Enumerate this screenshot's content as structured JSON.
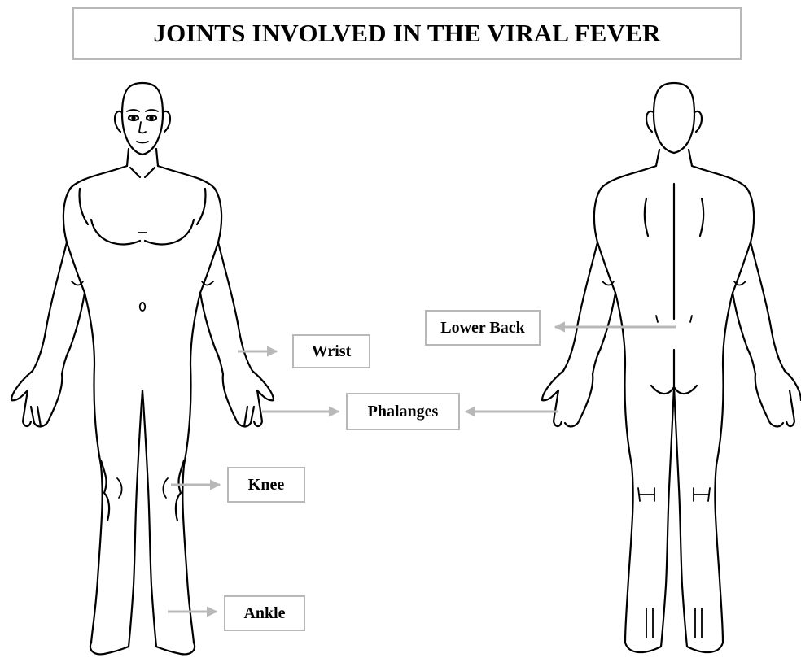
{
  "title": "JOINTS INVOLVED IN THE VIRAL FEVER",
  "labels": {
    "wrist": "Wrist",
    "phalanges": "Phalanges",
    "knee": "Knee",
    "ankle": "Ankle",
    "lower_back": "Lower Back"
  },
  "colors": {
    "outline": "#000000",
    "arrow": "#b8b8b8",
    "box_border": "#b8b8b8"
  }
}
